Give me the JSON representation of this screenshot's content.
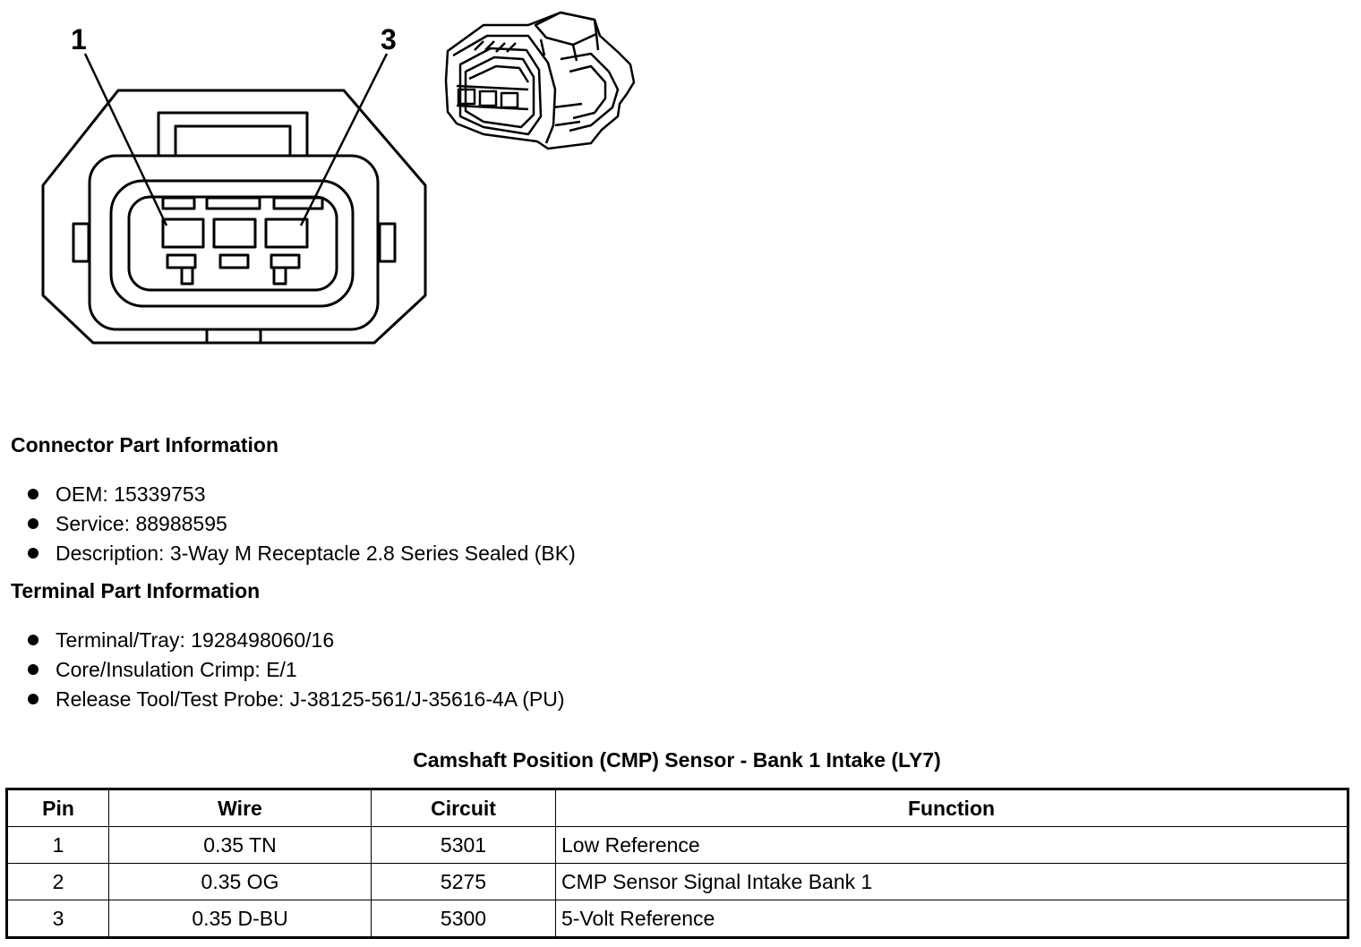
{
  "diagram": {
    "pin_callouts": [
      "1",
      "3"
    ]
  },
  "connector_info": {
    "heading": "Connector Part Information",
    "items": [
      "OEM: 15339753",
      "Service: 88988595",
      "Description: 3-Way M Receptacle 2.8 Series Sealed (BK)"
    ]
  },
  "terminal_info": {
    "heading": "Terminal Part Information",
    "items": [
      "Terminal/Tray: 1928498060/16",
      "Core/Insulation Crimp: E/1",
      "Release Tool/Test Probe: J-38125-561/J-35616-4A (PU)"
    ]
  },
  "table": {
    "title": "Camshaft Position (CMP) Sensor - Bank 1 Intake (LY7)",
    "headers": [
      "Pin",
      "Wire",
      "Circuit",
      "Function"
    ],
    "rows": [
      [
        "1",
        "0.35 TN",
        "5301",
        "Low Reference"
      ],
      [
        "2",
        "0.35 OG",
        "5275",
        "CMP Sensor Signal Intake Bank 1"
      ],
      [
        "3",
        "0.35 D-BU",
        "5300",
        "5-Volt Reference"
      ]
    ]
  }
}
